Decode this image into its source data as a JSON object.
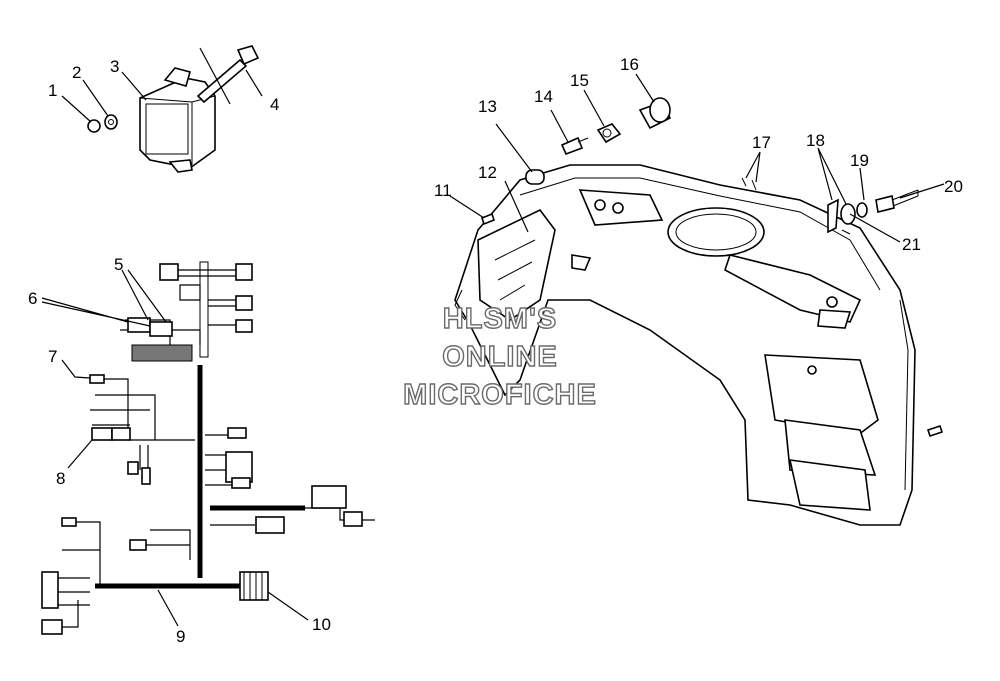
{
  "diagram": {
    "callouts": [
      "1",
      "2",
      "3",
      "4",
      "5",
      "6",
      "7",
      "8",
      "9",
      "10",
      "11",
      "12",
      "13",
      "14",
      "15",
      "16",
      "17",
      "18",
      "19",
      "20",
      "21"
    ],
    "watermark": {
      "line1": "HLSM'S",
      "line2": "ONLINE",
      "line3": "MICROFICHE"
    }
  }
}
